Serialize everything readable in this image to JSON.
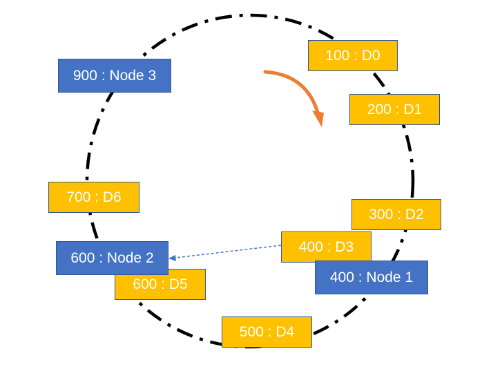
{
  "diagram": {
    "colors": {
      "ring": "#000000",
      "data_fill": "#ffc000",
      "node_fill": "#4472c4",
      "box_border": "#2f5597",
      "label_text": "#ffffff",
      "rotation_arrow": "#ed7d31",
      "lookup_arrow": "#4472c4"
    },
    "data_items": [
      {
        "label": "100 : D0"
      },
      {
        "label": "200 : D1"
      },
      {
        "label": "300 : D2"
      },
      {
        "label": "400 : D3"
      },
      {
        "label": "500 : D4"
      },
      {
        "label": "600 : D5"
      },
      {
        "label": "700 : D6"
      }
    ],
    "nodes": [
      {
        "label": "400 : Node 1"
      },
      {
        "label": "600 : Node 2"
      },
      {
        "label": "900 : Node 3"
      }
    ],
    "rotation_direction": "clockwise",
    "lookup_arrow": {
      "from": "400 : D3",
      "to": "600 : Node 2"
    }
  }
}
